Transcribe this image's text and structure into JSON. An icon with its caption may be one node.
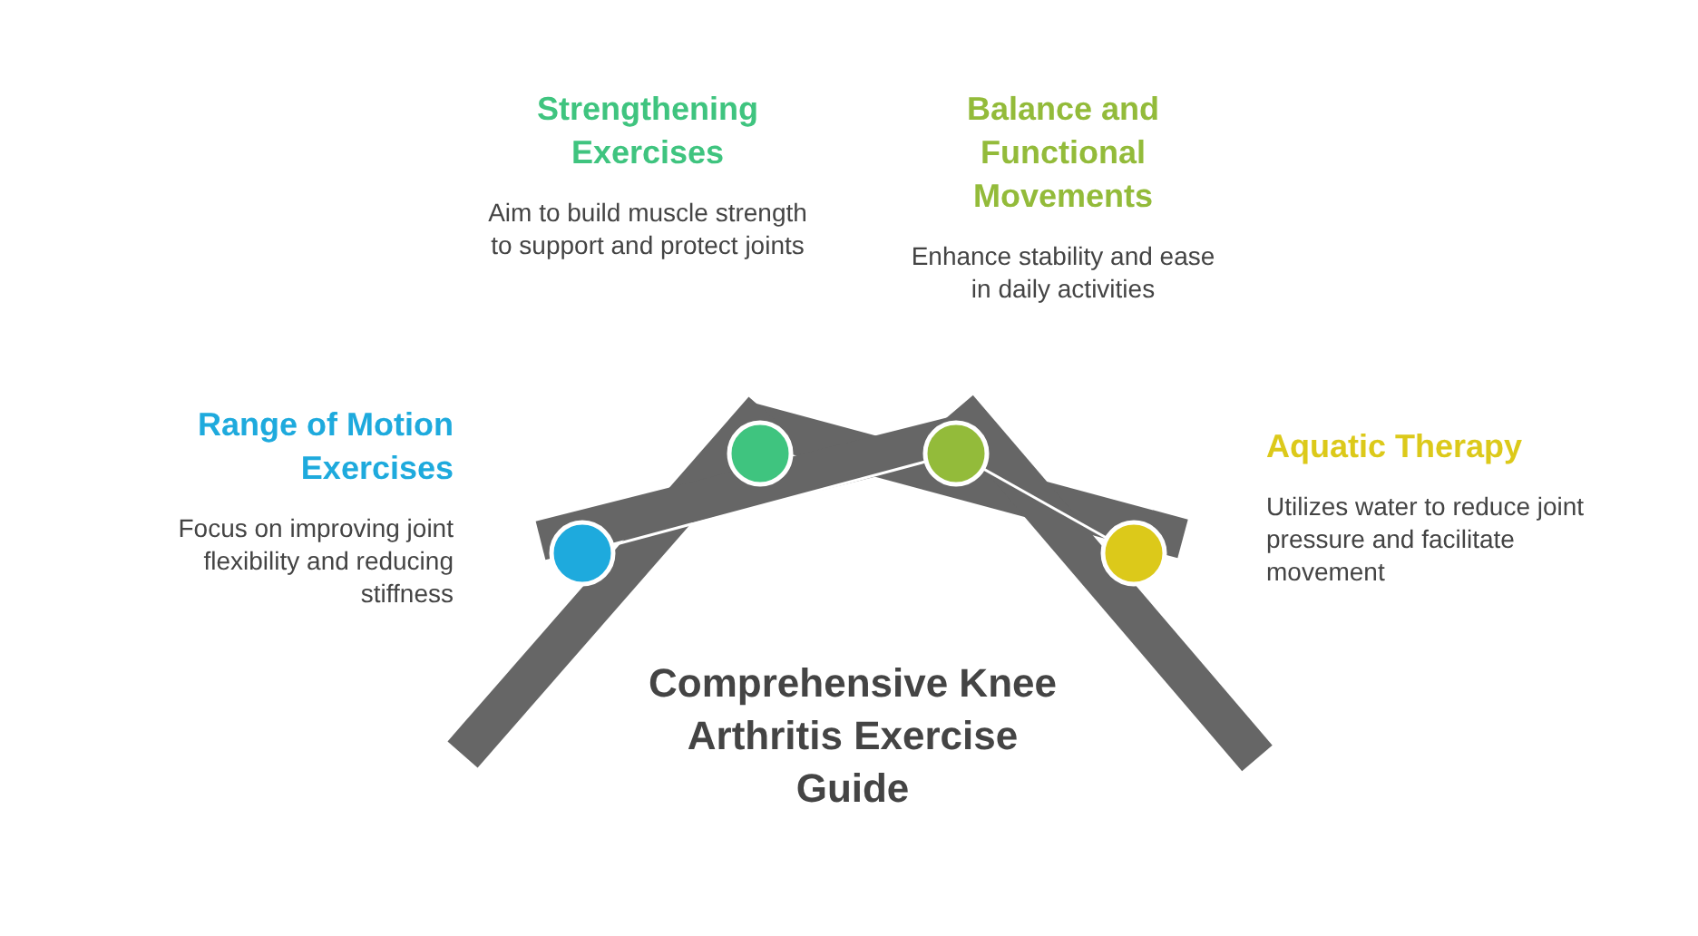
{
  "diagram": {
    "title": "Comprehensive Knee Arthritis Exercise Guide",
    "nodes": [
      {
        "text": [
          "Range of Motion Exercises",
          "Focus on improving joint flexibility and reducing stiffness"
        ]
      },
      {
        "text": [
          "Strengthening Exercises",
          "Aim to build muscle strength to support and protect joints"
        ]
      },
      {
        "text": [
          "Balance and Functional Movements",
          "Enhance stability and ease in daily activities"
        ]
      },
      {
        "text": [
          "Aquatic Therapy",
          "Utilizes water to reduce joint pressure and facilitate movement"
        ]
      }
    ]
  }
}
